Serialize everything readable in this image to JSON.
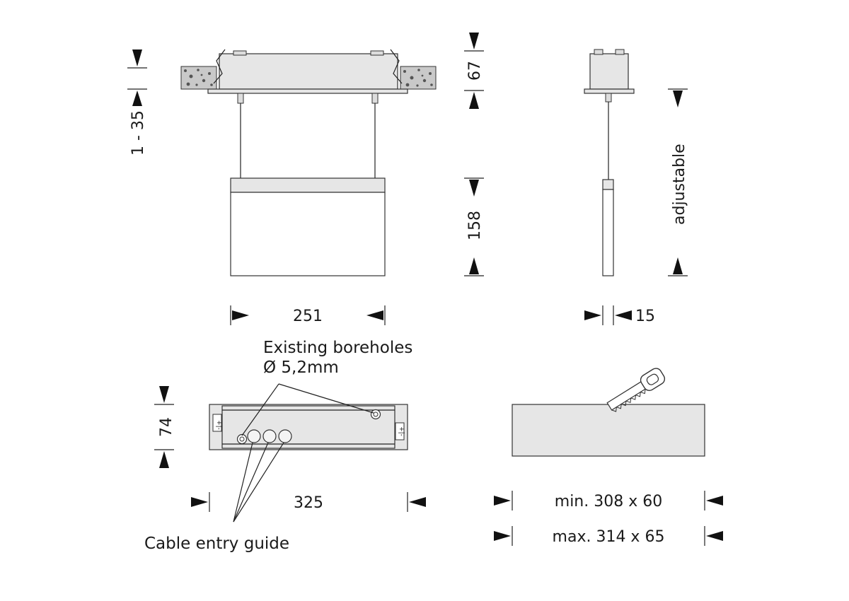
{
  "dimensions": {
    "ceiling_gap": "1 - 35",
    "housing_height": "67",
    "sign_height": "158",
    "sign_width": "251",
    "sign_depth": "15",
    "suspension": "adjustable",
    "base_height": "74",
    "base_width": "325"
  },
  "cutout": {
    "min": "min. 308 x 60",
    "max": "max. 314 x 65"
  },
  "callouts": {
    "boreholes_line1": "Existing boreholes",
    "boreholes_line2": "Ø 5,2mm",
    "cable_entry": "Cable entry guide"
  },
  "terminal_marks": {
    "left": "+|-",
    "right": "+|-"
  }
}
